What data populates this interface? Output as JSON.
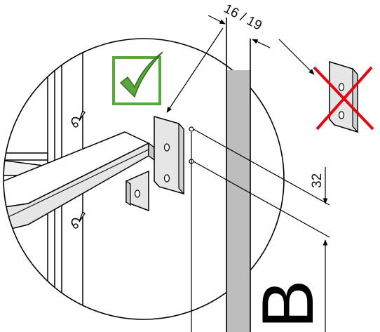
{
  "dimensions": {
    "thickness": "16 / 19",
    "spacing": "32"
  },
  "marker": {
    "letter": "B"
  },
  "symbols": {
    "correct": "check-mark-icon",
    "incorrect": "red-cross-icon"
  },
  "colors": {
    "check_green": "#5aa83c",
    "cross_red": "#e30613",
    "panel_shade": "#bdbdbd",
    "plate_gray": "#e6e6e6"
  }
}
